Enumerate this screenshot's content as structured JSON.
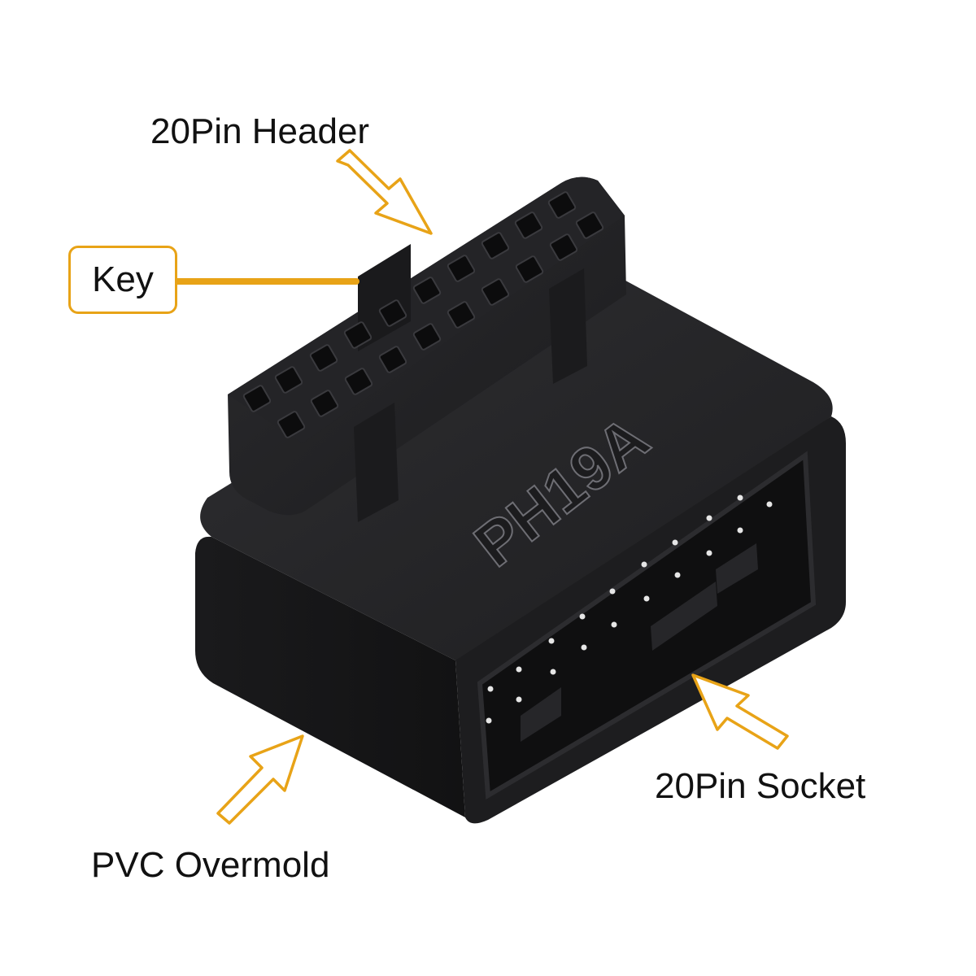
{
  "labels": {
    "header": "20Pin Header",
    "key": "Key",
    "socket": "20Pin Socket",
    "pvc": "PVC Overmold"
  },
  "product": {
    "embossed_text": "PH19A"
  },
  "colors": {
    "accent": "#E8A317",
    "body": "#1b1b1d",
    "body_top": "#2a2a2d",
    "text": "#111111"
  },
  "icons": {
    "arrows": [
      "arrow-to-header-icon",
      "arrow-to-socket-icon",
      "arrow-to-overmold-icon"
    ]
  }
}
